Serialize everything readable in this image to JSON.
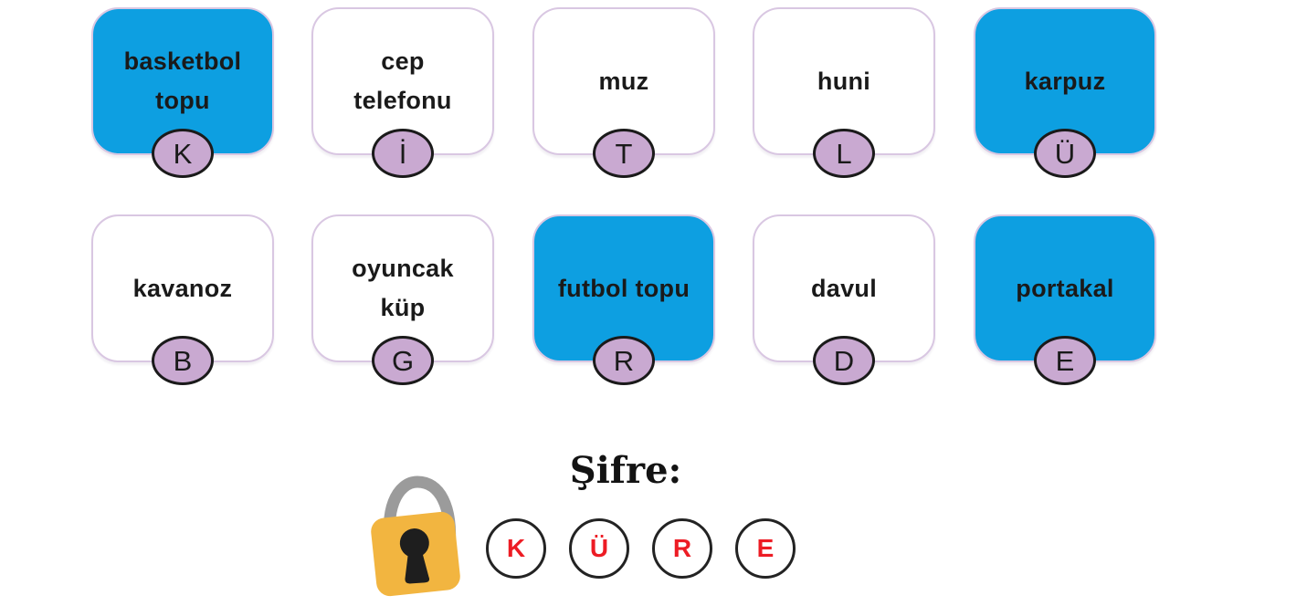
{
  "colors": {
    "selected_card": "#0D9FE1",
    "card_border": "#D9C7E2",
    "badge_fill": "#C9A9D1",
    "badge_border": "#1A1A1A",
    "letter_text": "#1A1A1A",
    "answer_letter": "#ED1C24",
    "lock_body": "#F2B540",
    "lock_shackle": "#9B9B9B",
    "lock_keyhole": "#1E1E1E",
    "background": "#FFFFFF"
  },
  "cards": [
    {
      "label": "basketbol\ntopu",
      "letter": "K",
      "selected": true
    },
    {
      "label": "cep\ntelefonu",
      "letter": "İ",
      "selected": false
    },
    {
      "label": "muz",
      "letter": "T",
      "selected": false
    },
    {
      "label": "huni",
      "letter": "L",
      "selected": false
    },
    {
      "label": "karpuz",
      "letter": "Ü",
      "selected": true
    },
    {
      "label": "kavanoz",
      "letter": "B",
      "selected": false
    },
    {
      "label": "oyuncak\nküp",
      "letter": "G",
      "selected": false
    },
    {
      "label": "futbol topu",
      "letter": "R",
      "selected": true
    },
    {
      "label": "davul",
      "letter": "D",
      "selected": false
    },
    {
      "label": "portakal",
      "letter": "E",
      "selected": true
    }
  ],
  "cipher": {
    "label": "Şifre:",
    "lock_icon": "padlock-icon",
    "letters": [
      "K",
      "Ü",
      "R",
      "E"
    ]
  }
}
